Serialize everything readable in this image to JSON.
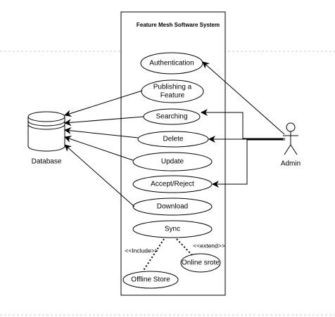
{
  "system": {
    "title": "Feature Mesh Software System"
  },
  "actors": {
    "database": "Database",
    "admin": "Admin"
  },
  "use_cases": {
    "authentication": "Authentication",
    "publishing_line1": "Publishing a",
    "publishing_line2": "Feature",
    "searching": "Searching",
    "delete": "Delete",
    "update": "Update",
    "accept_reject": "Accept/Reject",
    "download": "Download",
    "sync": "Sync",
    "offline_store": "Offline Store",
    "online_store": "Online srote"
  },
  "relations": {
    "include": "<<Include>>",
    "extend": "<<extend>>"
  },
  "colors": {
    "stroke": "#000000",
    "fill": "#ffffff",
    "grid_line": "#c8c8c8"
  }
}
